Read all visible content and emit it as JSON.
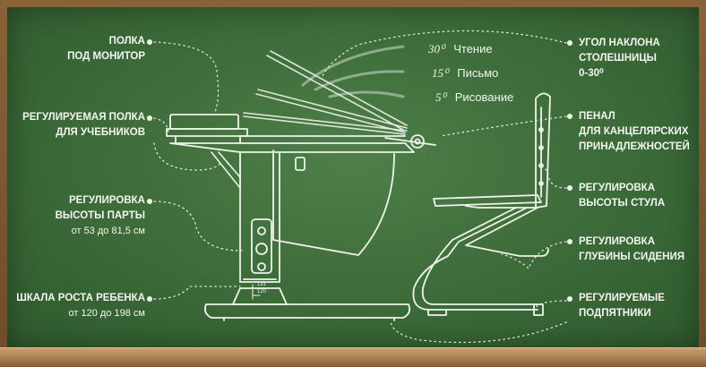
{
  "labels": {
    "shelf_monitor": [
      "ПОЛКА",
      "ПОД МОНИТОР"
    ],
    "shelf_books": [
      "РЕГУЛИРУЕМАЯ ПОЛКА",
      "ДЛЯ УЧЕБНИКОВ"
    ],
    "desk_height": [
      "РЕГУЛИРОВКА",
      "ВЫСОТЫ ПАРТЫ",
      "от 53 до 81,5 см"
    ],
    "height_scale": [
      "ШКАЛА РОСТА РЕБЕНКА",
      "от 120 до 198 см"
    ],
    "tilt_angle": [
      "УГОЛ НАКЛОНА",
      "СТОЛЕШНИЦЫ",
      "0-30⁰"
    ],
    "pencil_case": [
      "ПЕНАЛ",
      "ДЛЯ КАНЦЕЛЯРСКИХ",
      "ПРИНАДЛЕЖНОСТЕЙ"
    ],
    "chair_height": [
      "РЕГУЛИРОВКА",
      "ВЫСОТЫ СТУЛА"
    ],
    "seat_depth": [
      "РЕГУЛИРОВКА",
      "ГЛУБИНЫ СИДЕНИЯ"
    ],
    "feet": [
      "РЕГУЛИРУЕМЫЕ",
      "ПОДПЯТНИКИ"
    ]
  },
  "angles": [
    {
      "value": "30⁰",
      "label": "Чтение"
    },
    {
      "value": "15⁰",
      "label": "Письмо"
    },
    {
      "value": "5⁰",
      "label": "Рисование"
    }
  ],
  "scale_marks": [
    "131",
    "120"
  ],
  "colors": {
    "board": "#3f6e3c",
    "chalk": "#f2f6ee",
    "frame": "#8a6238"
  }
}
